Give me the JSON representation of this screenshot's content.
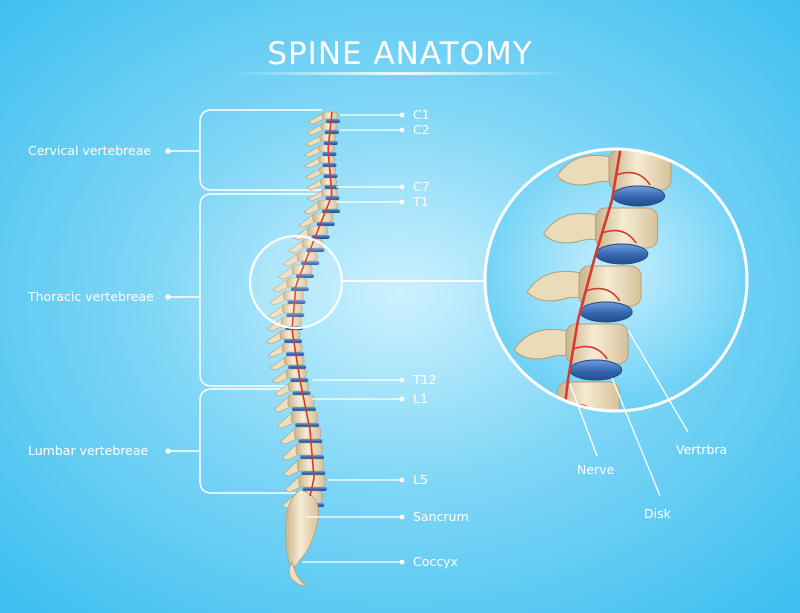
{
  "title": "SPINE ANATOMY",
  "regions": {
    "cervical": "Cervical vertebreae",
    "thoracic": "Thoracic vertebreae",
    "lumbar": "Lumbar vertebreae"
  },
  "markers": {
    "c1": "C1",
    "c2": "C2",
    "c7": "C7",
    "t1": "T1",
    "t12": "T12",
    "l1": "L1",
    "l5": "L5",
    "sacrum": "Sancrum",
    "coccyx": "Coccyx"
  },
  "detail": {
    "nerve": "Nerve",
    "disk": "Disk",
    "vertebra": "Vertrbra"
  },
  "colors": {
    "background": "#43c1ef",
    "bone": "#eedfc0",
    "disk": "#3a6fb8",
    "nerve": "#d9382f",
    "line": "#ffffff"
  }
}
